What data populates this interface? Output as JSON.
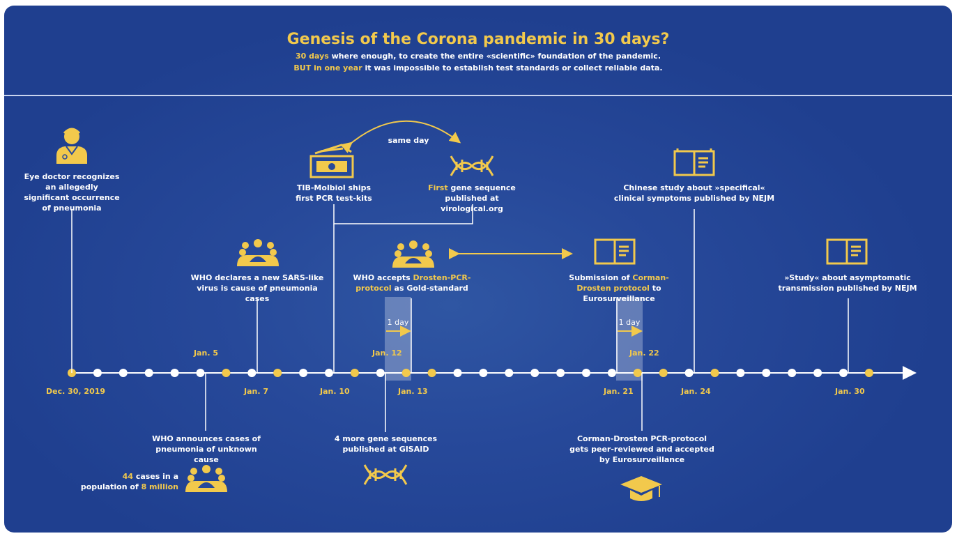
{
  "header": {
    "title": "Genesis of the Corona pandemic in 30 days?",
    "sub1_highlight": "30 days",
    "sub1_rest": " where enough, to create the entire «scientific» foundation of the pandemic.",
    "sub2_highlight": "BUT in one year",
    "sub2_rest": " it was impossible to establish test standards or collect reliable data."
  },
  "events": {
    "eye_doctor": "Eye doctor recognizes an allegedly significant occurrence of pneumonia",
    "tib_molbiol": "TIB-Molbiol ships first PCR test-kits",
    "same_day": "same day",
    "gene_seq_hl": "First",
    "gene_seq_rest": " gene sequence published at virological.org",
    "chinese_study": "Chinese study about »specifical« clinical symptoms published by NEJM",
    "who_declares": "WHO declares a new SARS-like virus is cause of pneumonia cases",
    "who_accepts_a": "WHO accepts ",
    "who_accepts_hl": "Drosten-PCR-protocol",
    "who_accepts_b": " as Gold-standard",
    "submission_a": "Submission of ",
    "submission_hl": "Corman-Drosten protocol",
    "submission_b": " to Eurosurveillance",
    "asymptomatic": "»Study« about asymptomatic transmission published by NEJM",
    "one_day_1": "1 day",
    "one_day_2": "1 day",
    "who_announces": "WHO announces cases of pneumonia of unknown cause",
    "cases_hl1": "44",
    "cases_mid": " cases in a population of ",
    "cases_hl2": "8 million",
    "more_seq": "4 more gene sequences published at GISAID",
    "peer_review": "Corman-Drosten PCR-protocol gets peer-reviewed and accepted by Eurosurveillance"
  },
  "dates": {
    "dec30": "Dec. 30, 2019",
    "jan5": "Jan. 5",
    "jan7": "Jan. 7",
    "jan10": "Jan. 10",
    "jan12": "Jan. 12",
    "jan13": "Jan. 13",
    "jan21": "Jan. 21",
    "jan22": "Jan. 22",
    "jan24": "Jan. 24",
    "jan30": "Jan. 30"
  },
  "timeline": {
    "days": 32,
    "key_days": [
      0,
      6,
      8,
      11,
      13,
      14,
      22,
      23,
      25,
      31
    ]
  },
  "colors": {
    "accent": "#f2c94c",
    "background": "#27499a",
    "line": "#ffffff"
  },
  "icons": [
    "doctor-icon",
    "cash-icon",
    "dna-icon",
    "book-icon",
    "people-icon",
    "graduation-cap-icon"
  ]
}
